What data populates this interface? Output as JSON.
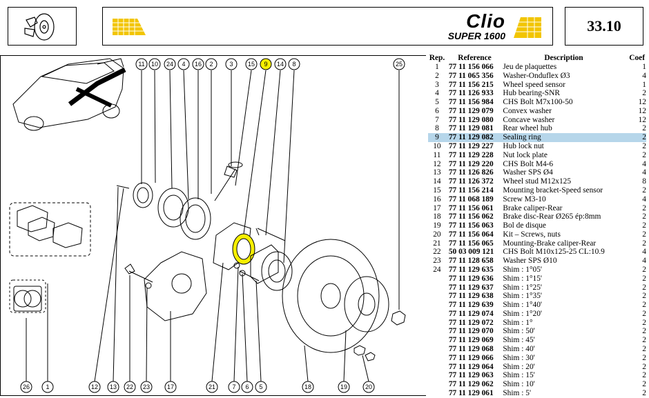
{
  "header": {
    "brand_name": "Clio",
    "brand_sub": "SUPER 1600",
    "page_number": "33.10",
    "accent_color": "#f2c500"
  },
  "diagram": {
    "callouts": {
      "c26": "26",
      "c1": "1",
      "c12": "12",
      "c13": "13",
      "c22": "22",
      "c23": "23",
      "c17": "17",
      "c21": "21",
      "c7": "7",
      "c6": "6",
      "c5": "5",
      "c18": "18",
      "c19": "19",
      "c20": "20",
      "c11": "11",
      "c10": "10",
      "c24": "24",
      "c4": "4",
      "c16": "16",
      "c2": "2",
      "c3": "3",
      "c15": "15",
      "c9": "9",
      "c14": "14",
      "c8": "8",
      "c25": "25"
    },
    "highlight_callout": "9",
    "highlight_color": "#f7ef00"
  },
  "table": {
    "headers": {
      "rep": "Rep.",
      "reference": "Reference",
      "description": "Description",
      "coef": "Coef"
    },
    "highlight_rep": "9",
    "rows": [
      {
        "rep": "1",
        "ref": "77 11 156 066",
        "desc": "Jeu de plaquettes",
        "coef": "1"
      },
      {
        "rep": "2",
        "ref": "77 11 065 356",
        "desc": "Washer-Onduflex Ø3",
        "coef": "4"
      },
      {
        "rep": "3",
        "ref": "77 11 156 215",
        "desc": "Wheel speed sensor",
        "coef": "1"
      },
      {
        "rep": "4",
        "ref": "77 11 126 933",
        "desc": "Hub bearing-SNR",
        "coef": "2"
      },
      {
        "rep": "5",
        "ref": "77 11 156 984",
        "desc": "CHS Bolt M7x100-50",
        "coef": "12"
      },
      {
        "rep": "6",
        "ref": "77 11 129 079",
        "desc": "Convex washer",
        "coef": "12"
      },
      {
        "rep": "7",
        "ref": "77 11 129 080",
        "desc": "Concave washer",
        "coef": "12"
      },
      {
        "rep": "8",
        "ref": "77 11 129 081",
        "desc": "Rear wheel hub",
        "coef": "2"
      },
      {
        "rep": "9",
        "ref": "77 11 129 082",
        "desc": "Sealing ring",
        "coef": "2"
      },
      {
        "rep": "10",
        "ref": "77 11 129 227",
        "desc": "Hub lock nut",
        "coef": "2"
      },
      {
        "rep": "11",
        "ref": "77 11 129 228",
        "desc": "Nut lock plate",
        "coef": "2"
      },
      {
        "rep": "12",
        "ref": "77 11 129 220",
        "desc": "CHS Bolt M4-6",
        "coef": "4"
      },
      {
        "rep": "13",
        "ref": "77 11 126 826",
        "desc": "Washer SPS Ø4",
        "coef": "4"
      },
      {
        "rep": "14",
        "ref": "77 11 126 372",
        "desc": "Wheel stud M12x125",
        "coef": "8"
      },
      {
        "rep": "15",
        "ref": "77 11 156 214",
        "desc": "Mounting bracket-Speed sensor",
        "coef": "2"
      },
      {
        "rep": "16",
        "ref": "77 11 068 189",
        "desc": "Screw M3-10",
        "coef": "4"
      },
      {
        "rep": "17",
        "ref": "77 11 156 061",
        "desc": "Brake caliper-Rear",
        "coef": "2"
      },
      {
        "rep": "18",
        "ref": "77 11 156 062",
        "desc": "Brake disc-Rear Ø265 ép:8mm",
        "coef": "2"
      },
      {
        "rep": "19",
        "ref": "77 11 156 063",
        "desc": "Bol de disque",
        "coef": "2"
      },
      {
        "rep": "20",
        "ref": "77 11 156 064",
        "desc": "Kit – Screws, nuts",
        "coef": "2"
      },
      {
        "rep": "21",
        "ref": "77 11 156 065",
        "desc": "Mounting-Brake caliper-Rear",
        "coef": "2"
      },
      {
        "rep": "22",
        "ref": "50 03 009 121",
        "desc": "CHS Bolt M10x125-25 CL:10.9",
        "coef": "4"
      },
      {
        "rep": "23",
        "ref": "77 11 128 658",
        "desc": "Washer SPS Ø10",
        "coef": "4"
      },
      {
        "rep": "24",
        "ref": "77 11 129 635",
        "desc": "Shim : 1°05'",
        "coef": "2"
      },
      {
        "rep": "",
        "ref": "77 11 129 636",
        "desc": "Shim : 1°15'",
        "coef": "2"
      },
      {
        "rep": "",
        "ref": "77 11 129 637",
        "desc": "Shim : 1°25'",
        "coef": "2"
      },
      {
        "rep": "",
        "ref": "77 11 129 638",
        "desc": "Shim : 1°35'",
        "coef": "2"
      },
      {
        "rep": "",
        "ref": "77 11 129 639",
        "desc": "Shim : 1°40'",
        "coef": "2"
      },
      {
        "rep": "",
        "ref": "77 11 129 074",
        "desc": "Shim : 1°20'",
        "coef": "2"
      },
      {
        "rep": "",
        "ref": "77 11 129 072",
        "desc": "Shim : 1°",
        "coef": "2"
      },
      {
        "rep": "",
        "ref": "77 11 129 070",
        "desc": "Shim : 50'",
        "coef": "2"
      },
      {
        "rep": "",
        "ref": "77 11 129 069",
        "desc": "Shim : 45'",
        "coef": "2"
      },
      {
        "rep": "",
        "ref": "77 11 129 068",
        "desc": "Shim : 40'",
        "coef": "2"
      },
      {
        "rep": "",
        "ref": "77 11 129 066",
        "desc": "Shim : 30'",
        "coef": "2"
      },
      {
        "rep": "",
        "ref": "77 11 129 064",
        "desc": "Shim : 20'",
        "coef": "2"
      },
      {
        "rep": "",
        "ref": "77 11 129 063",
        "desc": "Shim : 15'",
        "coef": "2"
      },
      {
        "rep": "",
        "ref": "77 11 129 062",
        "desc": "Shim : 10'",
        "coef": "2"
      },
      {
        "rep": "",
        "ref": "77 11 129 061",
        "desc": "Shim : 5'",
        "coef": "2"
      }
    ]
  }
}
